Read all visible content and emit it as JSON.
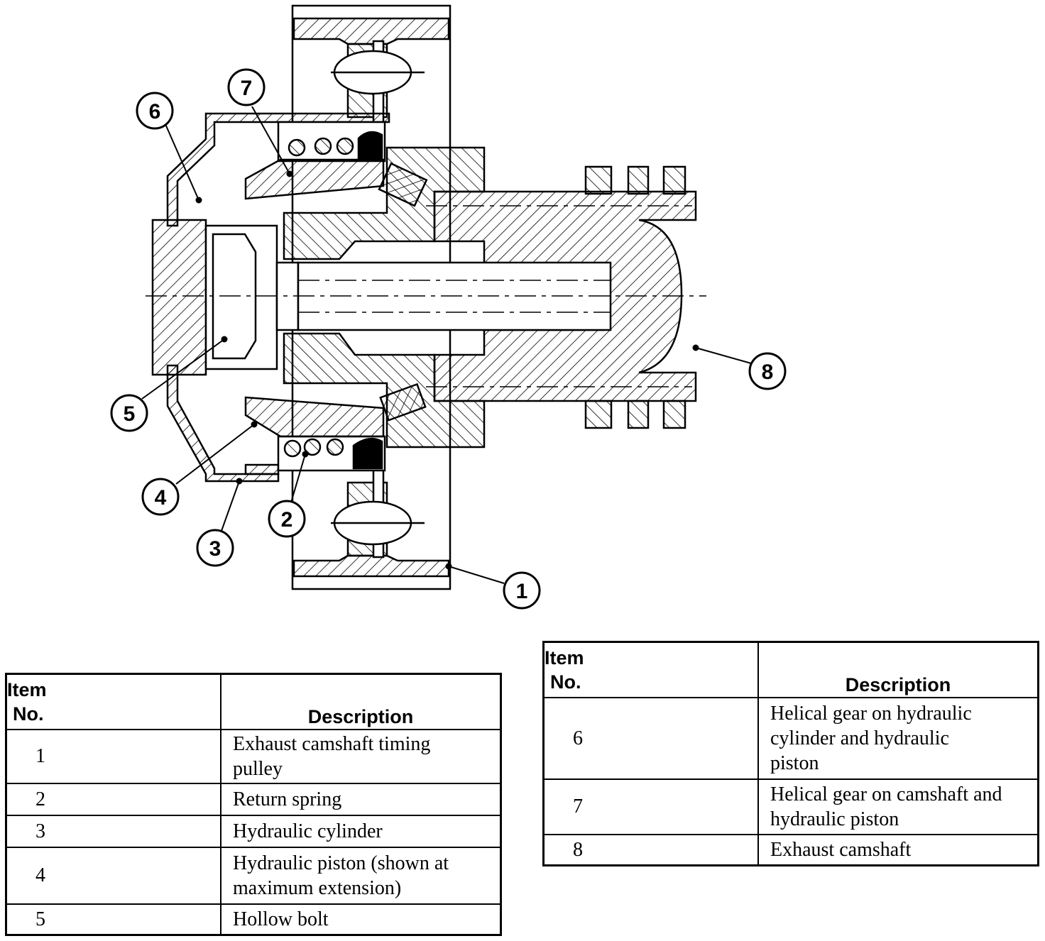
{
  "callouts": [
    "1",
    "2",
    "3",
    "4",
    "5",
    "6",
    "7",
    "8"
  ],
  "table_left": {
    "header": {
      "item_line1": "Item",
      "item_line2": "No.",
      "description": "Description"
    },
    "rows": [
      {
        "no": "1",
        "desc_lines": [
          "Exhaust camshaft timing",
          "pulley"
        ]
      },
      {
        "no": "2",
        "desc_lines": [
          "Return spring"
        ]
      },
      {
        "no": "3",
        "desc_lines": [
          "Hydraulic cylinder"
        ]
      },
      {
        "no": "4",
        "desc_lines": [
          "Hydraulic piston (shown at",
          "maximum extension)"
        ]
      },
      {
        "no": "5",
        "desc_lines": [
          "Hollow bolt"
        ]
      }
    ]
  },
  "table_right": {
    "header": {
      "item_line1": "Item",
      "item_line2": "No.",
      "description": "Description"
    },
    "rows": [
      {
        "no": "6",
        "desc_lines": [
          "Helical gear on hydraulic",
          "cylinder and hydraulic",
          "piston"
        ]
      },
      {
        "no": "7",
        "desc_lines": [
          "Helical gear on camshaft and",
          "hydraulic piston"
        ]
      },
      {
        "no": "8",
        "desc_lines": [
          "Exhaust camshaft"
        ]
      }
    ]
  }
}
